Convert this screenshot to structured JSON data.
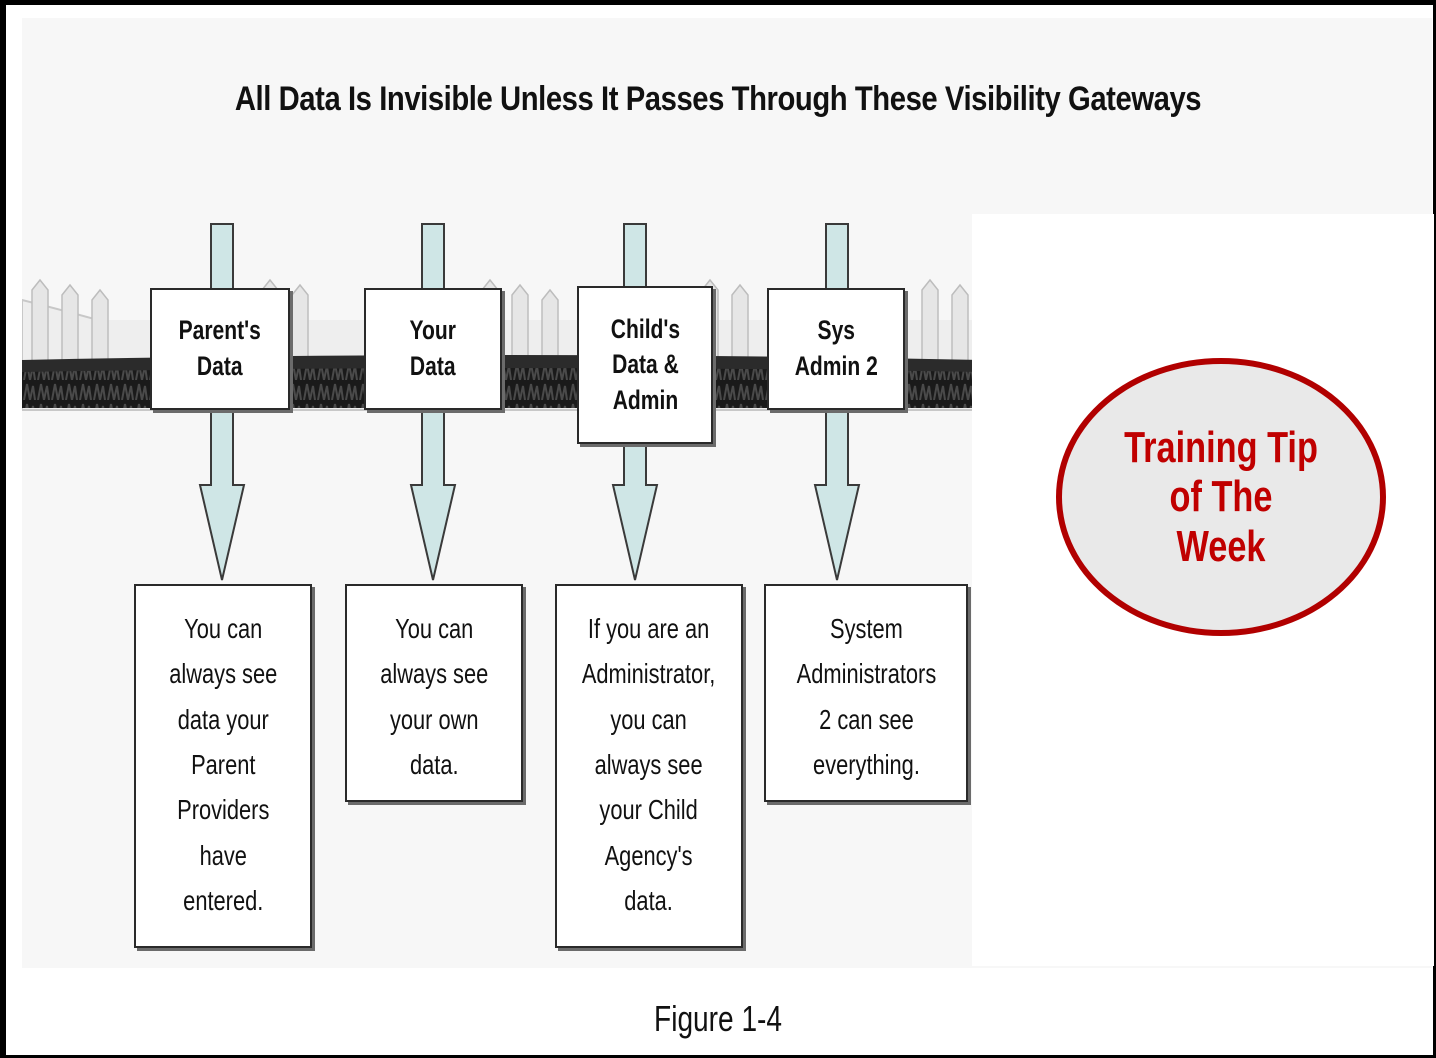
{
  "title": "All Data Is Invisible Unless It Passes Through These Visibility Gateways",
  "gateways": [
    {
      "label": "Parent's\nData",
      "description": "You can\nalways see\ndata your\nParent\nProviders\nhave\nentered."
    },
    {
      "label": "Your\nData",
      "description": "You can\nalways see\nyour own\ndata."
    },
    {
      "label": "Child's\nData &\nAdmin",
      "description": "If you are an\nAdministrator,\nyou can\nalways see\nyour Child\nAgency's\ndata."
    },
    {
      "label": "Sys\nAdmin 2",
      "description": "System\nAdministrators\n2 can see\neverything."
    }
  ],
  "badge": {
    "text": "Training Tip\nof The\nWeek"
  },
  "caption": "Figure 1-4",
  "colors": {
    "arrow_fill": "#cfe6e6",
    "badge_border": "#b10000",
    "badge_text": "#c00000"
  }
}
